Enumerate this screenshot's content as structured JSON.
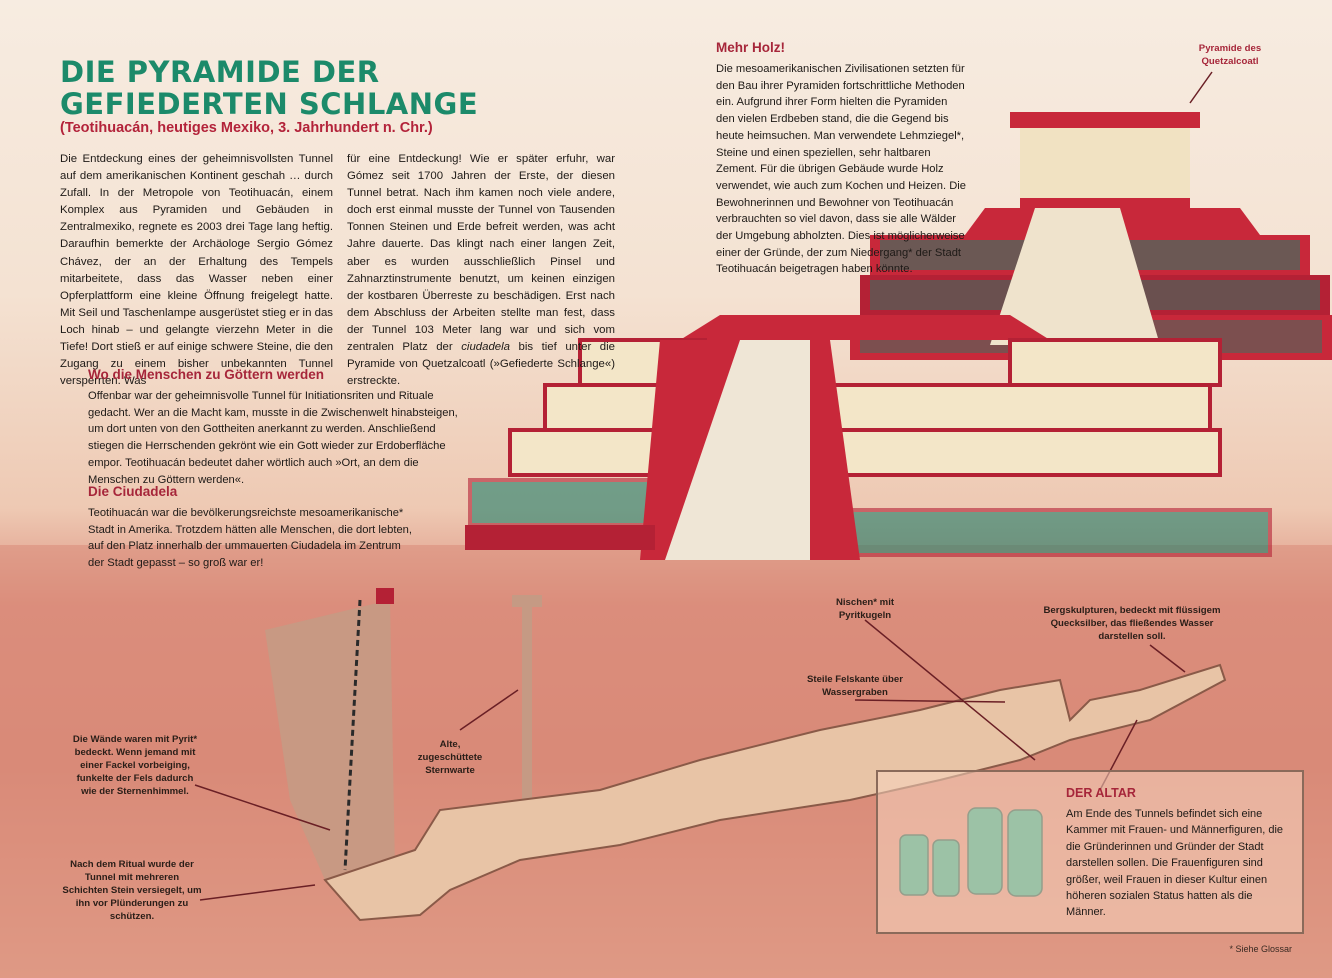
{
  "header": {
    "title": "DIE PYRAMIDE DER GEFIEDERTEN SCHLANGE",
    "subtitle": "(Teotihuacán, heutiges Mexiko, 3. Jahrhundert n. Chr.)"
  },
  "intro": {
    "col1": "Die Entdeckung eines der geheimnisvollsten Tunnel auf dem amerikanischen Kontinent geschah … durch Zufall. In der Metropole von Teotihuacán, einem Komplex aus Pyramiden und Gebäuden in Zentralmexiko, regnete es 2003 drei Tage lang heftig. Daraufhin bemerkte der Archäologe Sergio Gómez Chávez, der an der Erhaltung des Tempels mitarbeitete, dass das Wasser neben einer Opferplattform eine kleine Öffnung freigelegt hatte. Mit Seil und Taschenlampe ausgerüstet stieg er in das Loch hinab – und gelangte vierzehn Meter in die Tiefe! Dort stieß er auf einige schwere Steine, die den Zugang zu einem bisher unbekannten Tunnel versperrten. Was",
    "col2_a": "für eine Entdeckung! Wie er später erfuhr, war Gómez seit 1700 Jahren der Erste, der diesen Tunnel betrat. Nach ihm kamen noch viele andere, doch erst einmal musste der Tunnel von Tausenden Tonnen Steinen und Erde befreit werden, was acht Jahre dauerte. Das klingt nach einer langen Zeit, aber es wurden ausschließlich Pinsel und Zahnarztinstrumente benutzt, um keinen einzigen der kostbaren Überreste zu beschädigen. Erst nach dem Abschluss der Arbeiten stellte man fest, dass der Tunnel 103 Meter lang war und sich vom zentralen Platz der ",
    "col2_em": "ciudadela",
    "col2_b": " bis tief unter die Pyramide von Quetzalcoatl (»Gefiederte Schlange«) erstreckte."
  },
  "mehr_holz": {
    "heading": "Mehr Holz!",
    "text": "Die mesoamerikanischen Zivilisationen setzten für den Bau ihrer Pyramiden fortschrittliche Methoden ein. Aufgrund ihrer Form hielten die Pyramiden den vielen Erdbeben stand, die die Gegend bis heute heimsuchen. Man verwendete Lehmziegel*, Steine und einen speziellen, sehr haltbaren Zement. Für die übrigen Gebäude wurde Holz verwendet, wie auch zum Kochen und Heizen. Die Bewohnerinnen und Bewohner von Teotihuacán verbrauchten so viel davon, dass sie alle Wälder der Umgebung abholzten. Dies ist möglicherweise einer der Gründe, der zum Niedergang* der Stadt Teotihuacán beigetragen haben könnte."
  },
  "goettern": {
    "heading": "Wo die Menschen zu Göttern werden",
    "text": "Offenbar war der geheimnisvolle Tunnel für Initiationsriten und Rituale gedacht. Wer an die Macht kam, musste in die Zwischenwelt hinabsteigen, um dort unten von den Gottheiten anerkannt zu werden. Anschließend stiegen die Herrschenden gekrönt wie ein Gott wieder zur Erdoberfläche empor. Teotihuacán bedeutet daher wörtlich auch »Ort, an dem die Menschen zu Göttern werden«."
  },
  "ciudadela": {
    "heading": "Die Ciudadela",
    "text": "Teotihuacán war die bevölkerungsreichste mesoamerikanische* Stadt in Amerika. Trotzdem hätten alle Menschen, die dort lebten, auf den Platz innerhalb der ummauerten Ciudadela im Zentrum der Stadt gepasst – so groß war er!"
  },
  "labels": {
    "pyramide": "Pyramide des Quetzalcoatl",
    "nischen": "Nischen* mit Pyritkugeln",
    "bergskulpturen": "Bergskulpturen, bedeckt mit flüssigem Quecksilber, das fließendes Wasser darstellen soll.",
    "felskante": "Steile Felskante über Wassergraben",
    "sternwarte": "Alte, zugeschüttete Sternwarte",
    "pyrit": "Die Wände waren mit Pyrit* bedeckt. Wenn jemand mit einer Fackel vorbeiging, funkelte der Fels dadurch wie der Sternenhimmel.",
    "ritual": "Nach dem Ritual wurde der Tunnel mit mehreren Schichten Stein versiegelt, um ihn vor Plünderungen zu schützen."
  },
  "altar": {
    "heading": "DER ALTAR",
    "text": "Am Ende des Tunnels befindet sich eine Kammer mit Frauen- und Männerfiguren, die die Gründerinnen und Gründer der Stadt darstellen sollen. Die Frauenfiguren sind größer, weil Frauen in dieser Kultur einen höheren sozialen Status hatten als die Männer."
  },
  "footnote": "* Siehe Glossar",
  "colors": {
    "title_green": "#1c8a6a",
    "heading_red": "#a6263a",
    "pyramid_red": "#c8283a",
    "step_cream": "#f3e6c8",
    "figure_green": "#2fae8a"
  }
}
